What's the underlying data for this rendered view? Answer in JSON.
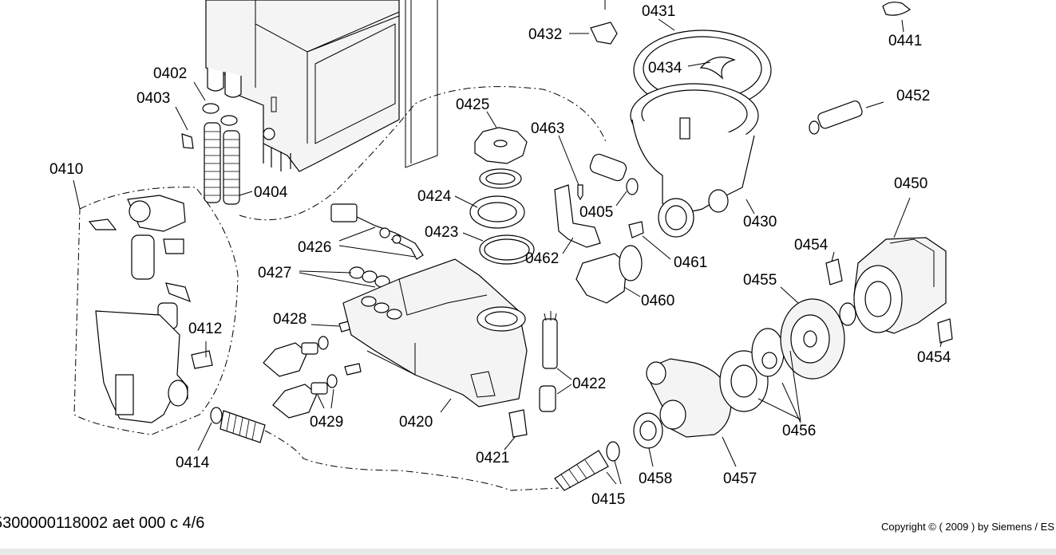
{
  "drawing": {
    "labels": {
      "p0431": "0431",
      "p0432": "0432",
      "p0441": "0441",
      "p0434": "0434",
      "p0402": "0402",
      "p0403": "0403",
      "p0452": "0452",
      "p0425": "0425",
      "p0463": "0463",
      "p0410": "0410",
      "p0404": "0404",
      "p0450": "0450",
      "p0424": "0424",
      "p0405": "0405",
      "p0430": "0430",
      "p0426": "0426",
      "p0423": "0423",
      "p0454a": "0454",
      "p0462": "0462",
      "p0461": "0461",
      "p0427": "0427",
      "p0455": "0455",
      "p0460": "0460",
      "p0428": "0428",
      "p0412": "0412",
      "p0454b": "0454",
      "p0422": "0422",
      "p0429": "0429",
      "p0420": "0420",
      "p0456": "0456",
      "p0421": "0421",
      "p0414": "0414",
      "p0458": "0458",
      "p0457": "0457",
      "p0415": "0415"
    }
  },
  "footer": {
    "drawing_id": "5300000118002 aet 000 c 4/6",
    "copyright": "Copyright © ( 2009 ) by Siemens  / ES"
  }
}
